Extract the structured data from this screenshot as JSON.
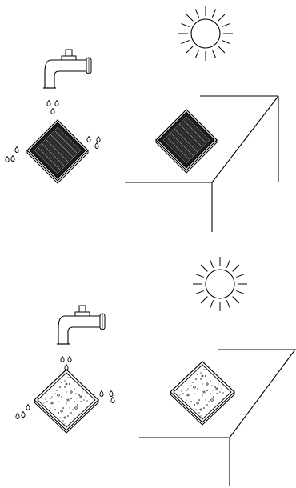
{
  "diagram": {
    "panels": [
      {
        "id": "top-panel",
        "filter_style": "ribbed-dark",
        "icons": [
          "faucet-icon",
          "water-drops-icon",
          "sun-icon",
          "room-corner-icon"
        ]
      },
      {
        "id": "bottom-panel",
        "filter_style": "speckled-light",
        "icons": [
          "faucet-icon",
          "water-drops-icon",
          "sun-icon",
          "room-corner-icon"
        ]
      }
    ],
    "colors": {
      "line": "#000000",
      "dark_filter": "#2a2a2a",
      "background": "#ffffff"
    }
  }
}
